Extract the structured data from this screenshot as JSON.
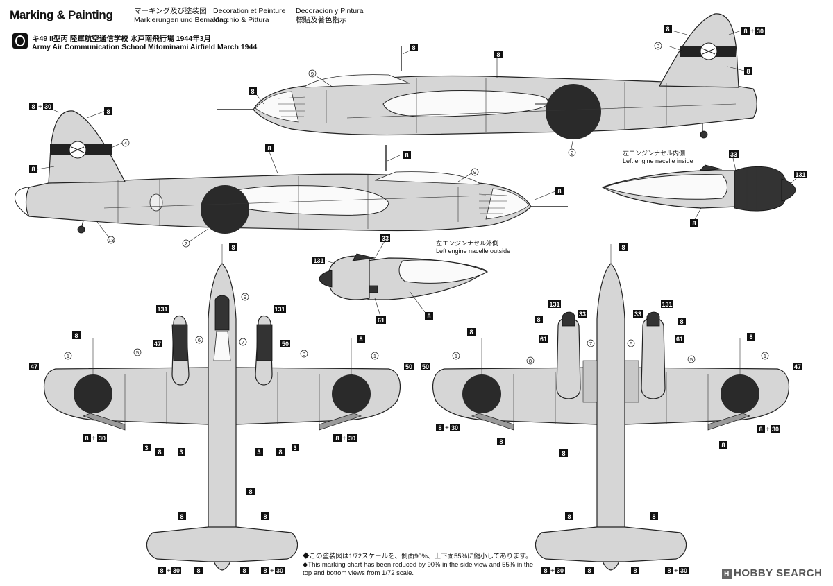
{
  "header": {
    "title": "Marking & Painting",
    "col1": [
      "マーキング及び塗装図",
      "Markierungen und Bemalung"
    ],
    "col2": [
      "Decoration et Peinture",
      "Marchio & Pittura"
    ],
    "col3": [
      "Decoracion y Pintura",
      "標貼及著色指示"
    ]
  },
  "marking": {
    "badge": "①",
    "jp": "キ49 II型丙 陸軍航空通信学校 水戸南飛行場 1944年3月",
    "en": "Army Air Communication School Mitominami Airfield March 1944"
  },
  "nacelle_inside": {
    "jp": "左エンジンナセル内側",
    "en": "Left engine nacelle inside"
  },
  "nacelle_outside": {
    "jp": "左エンジンナセル外側",
    "en": "Left engine nacelle outside"
  },
  "note": {
    "jp": "◆この塗装図は1/72スケールを、側面90%、上下面55%に縮小してあります。",
    "en": "◆This marking chart has been reduced by 90% in the side view and 55% in the top and bottom views from 1/72 scale."
  },
  "watermark": {
    "logo": "H",
    "text": "HOBBY SEARCH"
  },
  "callouts": {
    "c8": "8",
    "c3": "3",
    "c30": "30",
    "c33": "33",
    "c47": "47",
    "c50": "50",
    "c61": "61",
    "c131": "131",
    "plus": "+",
    "d1": "1",
    "d2": "2",
    "d3": "3",
    "d4": "4",
    "d5": "5",
    "d6": "6",
    "d7": "7",
    "d8": "8",
    "d9": "9",
    "d13": "13"
  },
  "colors": {
    "aircraft_grey": "#d6d6d6",
    "marking_dark": "#333333",
    "hinomaru": "#2a2a2a"
  }
}
